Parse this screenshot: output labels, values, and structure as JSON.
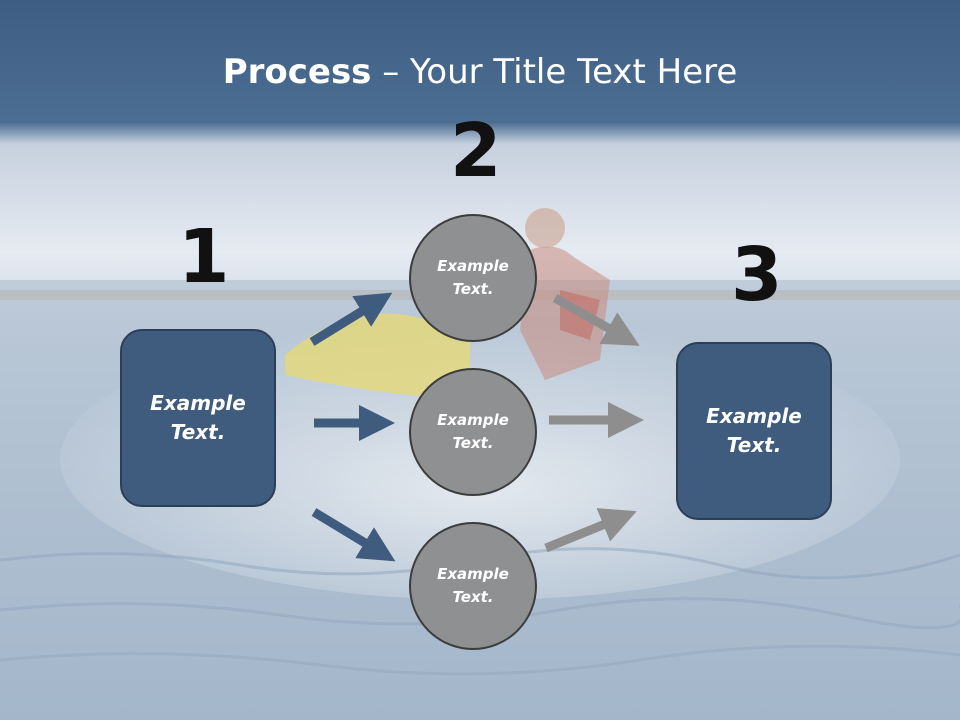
{
  "title": {
    "bold": "Process",
    "rest": " – Your Title Text Here"
  },
  "steps": {
    "one": "1",
    "two": "2",
    "three": "3"
  },
  "boxes": {
    "left": "Example\nText.",
    "right": "Example\nText."
  },
  "circles": {
    "top": "Example\nText.",
    "middle": "Example\nText.",
    "bottom": "Example\nText."
  },
  "colors": {
    "box": "#3f5c7e",
    "circle": "#8f9092",
    "arrow_in": "#3f5c7e",
    "arrow_out": "#8e8e8e"
  }
}
